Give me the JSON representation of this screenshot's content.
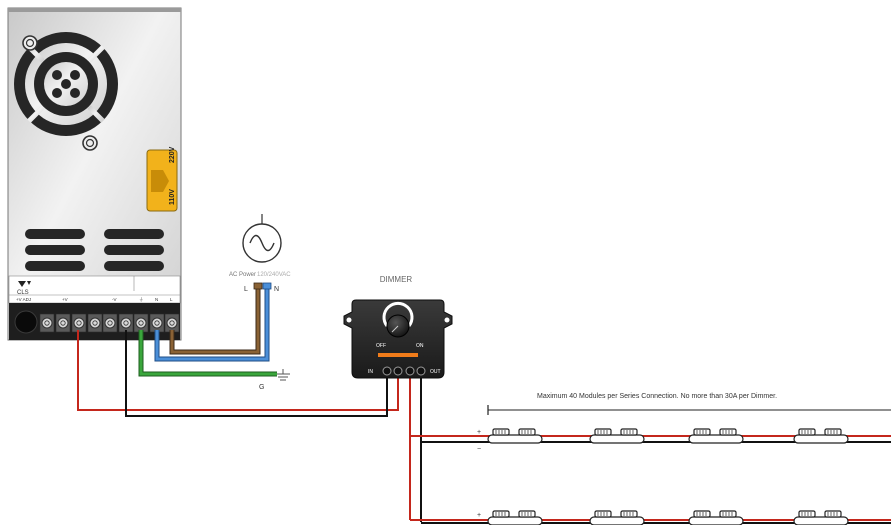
{
  "power_supply": {
    "brand_label": "CLS",
    "terminal_labels": [
      "+V ADJ",
      "+V",
      "-V",
      "⏚",
      "N",
      "L"
    ],
    "voltage_selector": {
      "high": "220V",
      "low": "110V",
      "color": "#f2b21b"
    }
  },
  "ac_power": {
    "label": "AC Power",
    "sublabel": "120/240VAC",
    "line_label": "L",
    "neutral_label": "N",
    "ground_label": "G"
  },
  "dimmer": {
    "title": "DIMMER",
    "off_label": "OFF",
    "on_label": "ON",
    "in_label": "IN",
    "out_label": "OUT",
    "accent": "#f07c1a"
  },
  "note": "Maximum 40 Modules per Series Connection.  No more than 30A per Dimmer.",
  "strips": [
    {
      "plus": "+",
      "minus": "−"
    },
    {
      "plus": "+",
      "minus": ""
    }
  ],
  "wire_colors": {
    "positive": "#c4271c",
    "negative": "#111111",
    "line": "#8a6235",
    "neutral": "#4b8fd8",
    "ground": "#3aa63c"
  }
}
